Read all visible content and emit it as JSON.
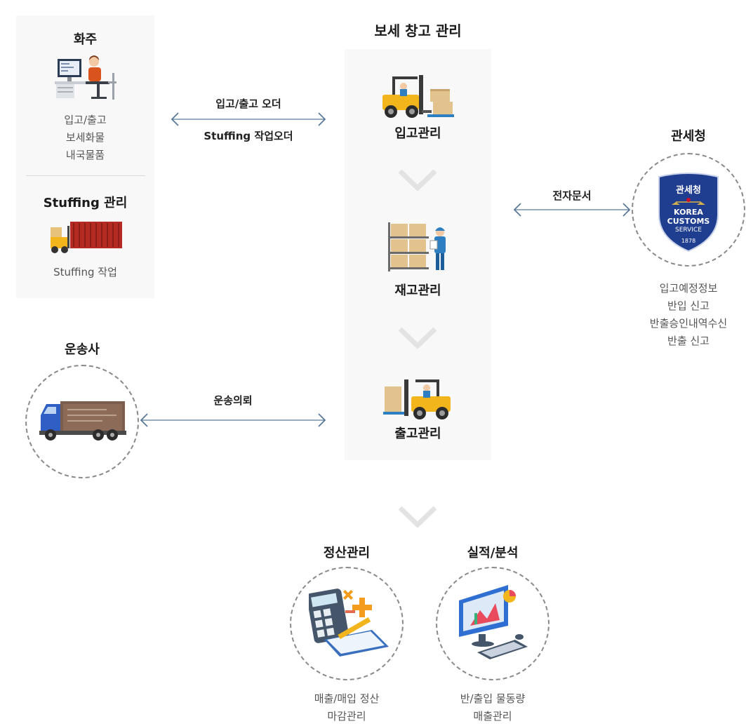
{
  "shipper": {
    "title": "화주",
    "lines": [
      "입고/출고",
      "보세화물",
      "내국물품"
    ]
  },
  "stuffing": {
    "title": "Stuffing 관리",
    "line": "Stuffing 작업"
  },
  "warehouse": {
    "title": "보세 창고 관리",
    "steps": [
      "입고관리",
      "재고관리",
      "출고관리"
    ]
  },
  "arrows": {
    "order1": "입고/출고 오더",
    "order2": "Stuffing 작업오더",
    "edoc": "전자문서",
    "transport": "운송의뢰"
  },
  "customs": {
    "title": "관세청",
    "lines": [
      "입고예정정보",
      "반입 신고",
      "반출승인내역수신",
      "반출 신고"
    ],
    "badge": {
      "kr": "관세청",
      "l1": "KOREA",
      "l2": "CUSTOMS",
      "l3": "SERVICE",
      "year": "1878"
    }
  },
  "carrier": {
    "title": "운송사"
  },
  "settlement": {
    "title": "정산관리",
    "lines": [
      "매출/매입 정산",
      "마감관리"
    ]
  },
  "analysis": {
    "title": "실적/분석",
    "lines": [
      "반/출입 물동량",
      "매출관리"
    ]
  },
  "colors": {
    "arrow": "#5b7a9a",
    "chevron": "#e3e3e3",
    "panel": "#f8f8f8",
    "shield": "#1f3e8f"
  }
}
